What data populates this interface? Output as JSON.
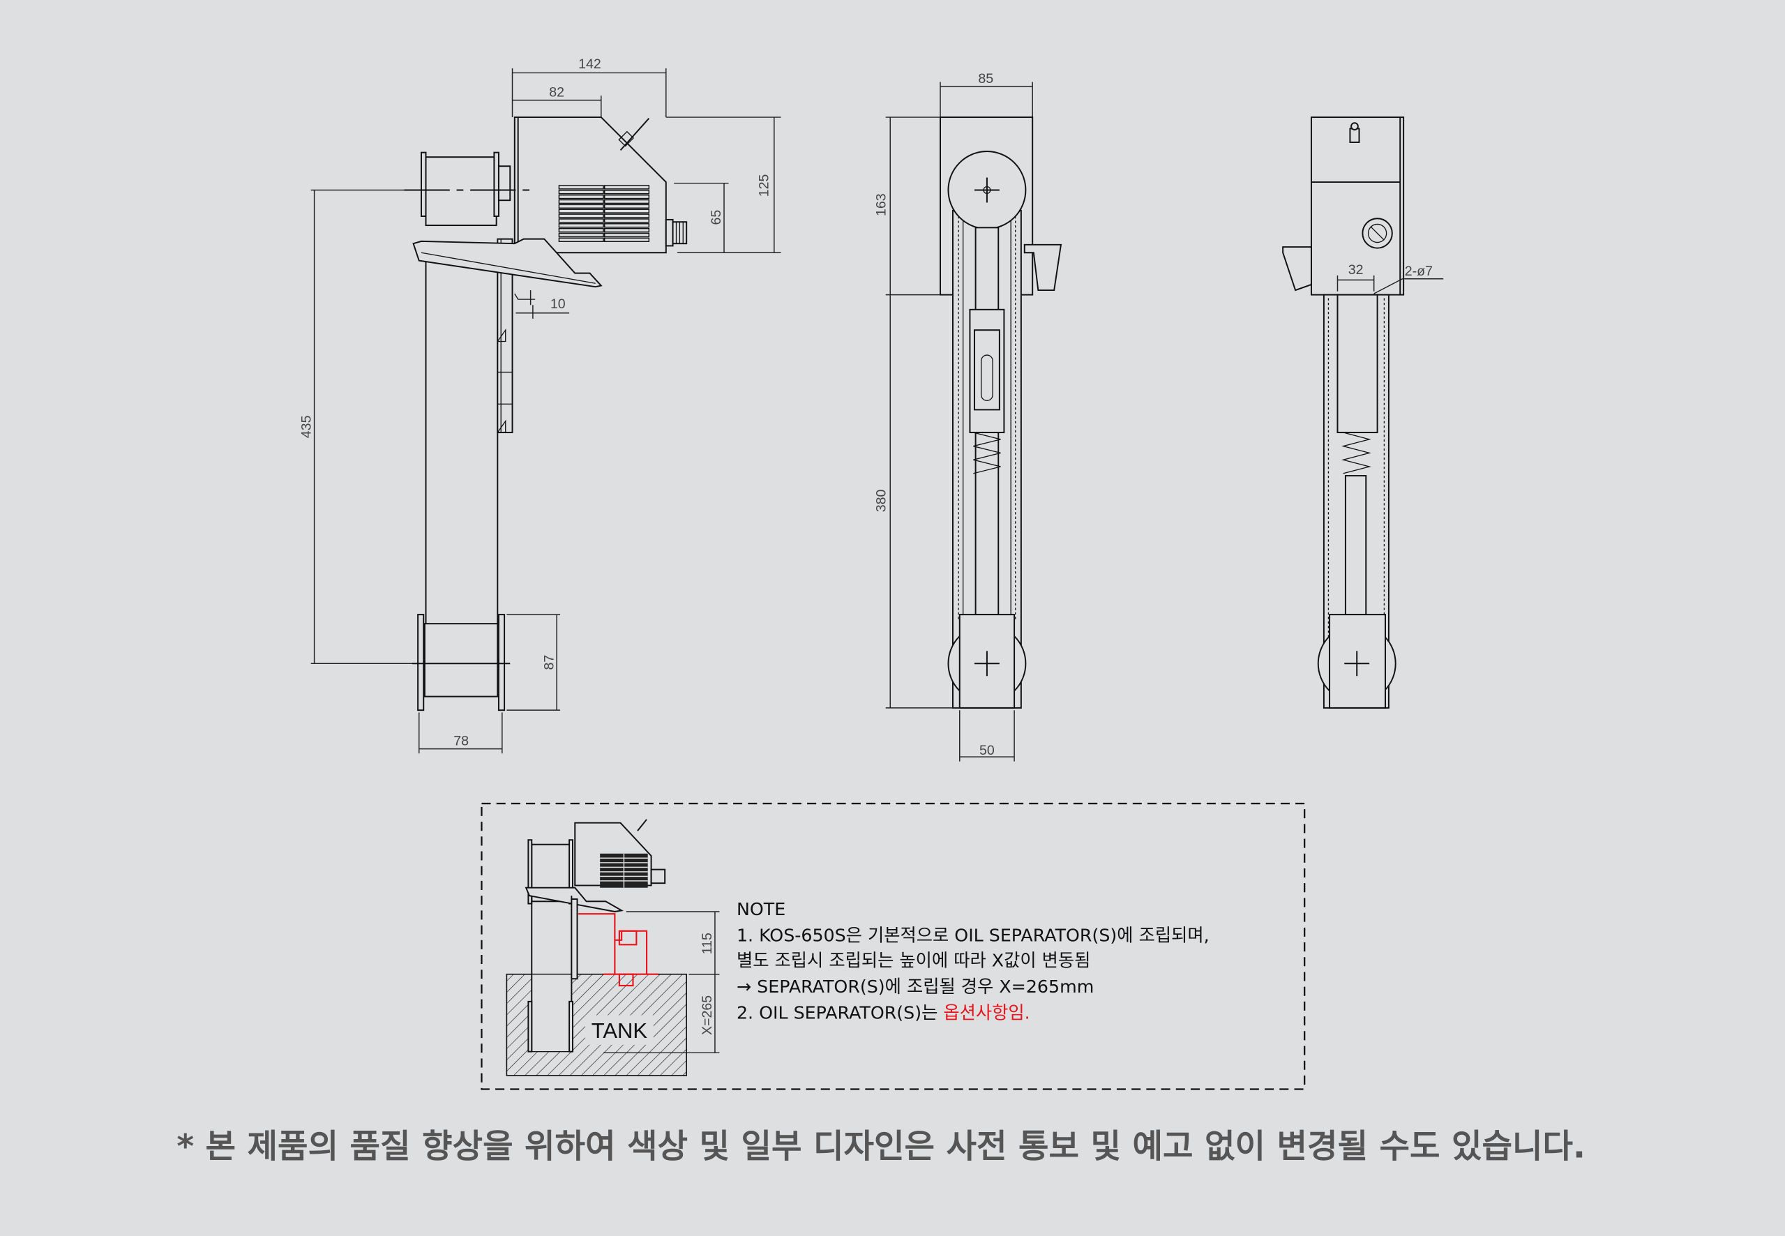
{
  "dimensions": {
    "side_view": {
      "overall_width": "142",
      "box_width": "82",
      "box_height": "125",
      "connector_height": "65",
      "offset": "10",
      "pulley_spacing": "435",
      "bottom_pulley_height": "87",
      "bottom_pulley_width": "78"
    },
    "front_view": {
      "width": "85",
      "top_height": "163",
      "body_height": "380",
      "bottom_width": "50"
    },
    "rear_view": {
      "hole_spacing": "32",
      "hole_spec": "2-ø7"
    }
  },
  "inset": {
    "tank_label": "TANK",
    "dim_separator": "115",
    "dim_x": "X=265",
    "note": {
      "title": "NOTE",
      "line1": "1. KOS-650S은 기본적으로 OIL SEPARATOR(S)에 조립되며,",
      "line2": "별도 조립시 조립되는 높이에 따라 X값이 변동됨",
      "line3": "→ SEPARATOR(S)에 조립될 경우 X=265mm",
      "line4_prefix": "2. OIL SEPARATOR(S)는 ",
      "line4_highlight": "옵션사항임."
    }
  },
  "footer": "* 본 제품의 품질 향상을 위하여 색상 및 일부 디자인은 사전 통보 및 예고 없이 변경될 수도 있습니다.",
  "colors": {
    "background": "#dedfe1",
    "line": "#111111",
    "highlight": "#e8141b"
  }
}
